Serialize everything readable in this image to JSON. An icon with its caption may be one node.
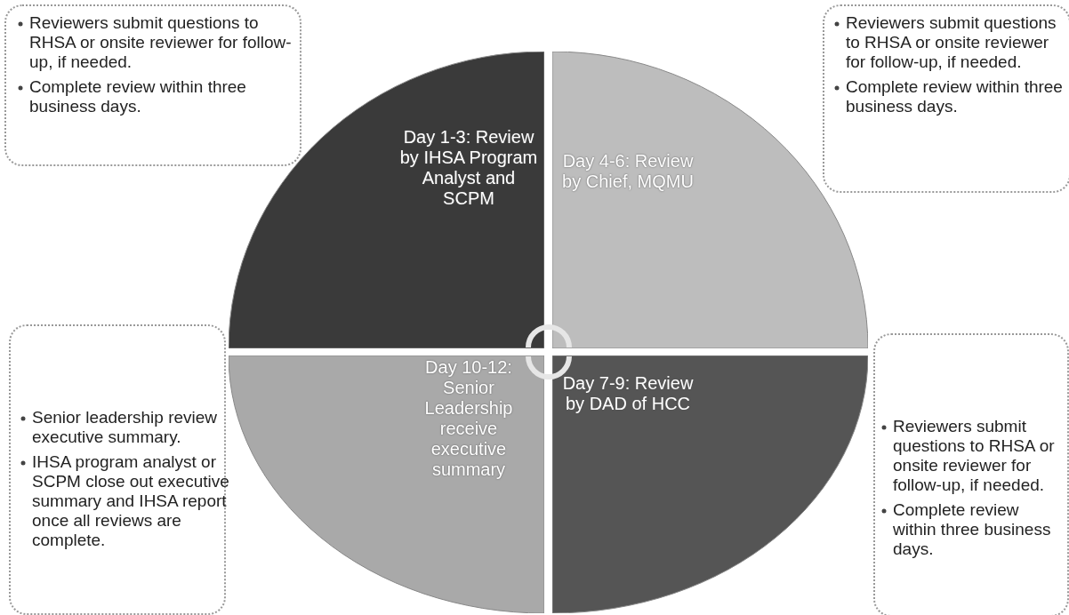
{
  "diagram": {
    "nodes": [
      {
        "text": [
          "Day 1-3: Review by IHSA Program Analyst and SCPM"
        ]
      },
      {
        "text": [
          "Day 4-6: Review by Chief, MQMU"
        ]
      },
      {
        "text": [
          "Day 7-9: Review by DAD of HCC"
        ]
      },
      {
        "text": [
          "Day 10-12: Senior Leadership receive executive summary"
        ]
      },
      {
        "text": [
          "Reviewers submit questions to RHSA or onsite reviewer for follow-up, if needed.",
          "Complete review within three business days."
        ]
      },
      {
        "text": [
          "Reviewers submit questions to RHSA or onsite reviewer for follow-up, if needed.",
          "Complete review within three business days."
        ]
      },
      {
        "text": [
          "Reviewers submit questions to RHSA or onsite reviewer for follow-up, if needed.",
          "Complete review within three business days."
        ]
      },
      {
        "text": [
          "Senior leadership review executive summary.",
          "IHSA program analyst or SCPM close out executive summary and IHSA report once all reviews are complete."
        ]
      }
    ],
    "edges": []
  }
}
